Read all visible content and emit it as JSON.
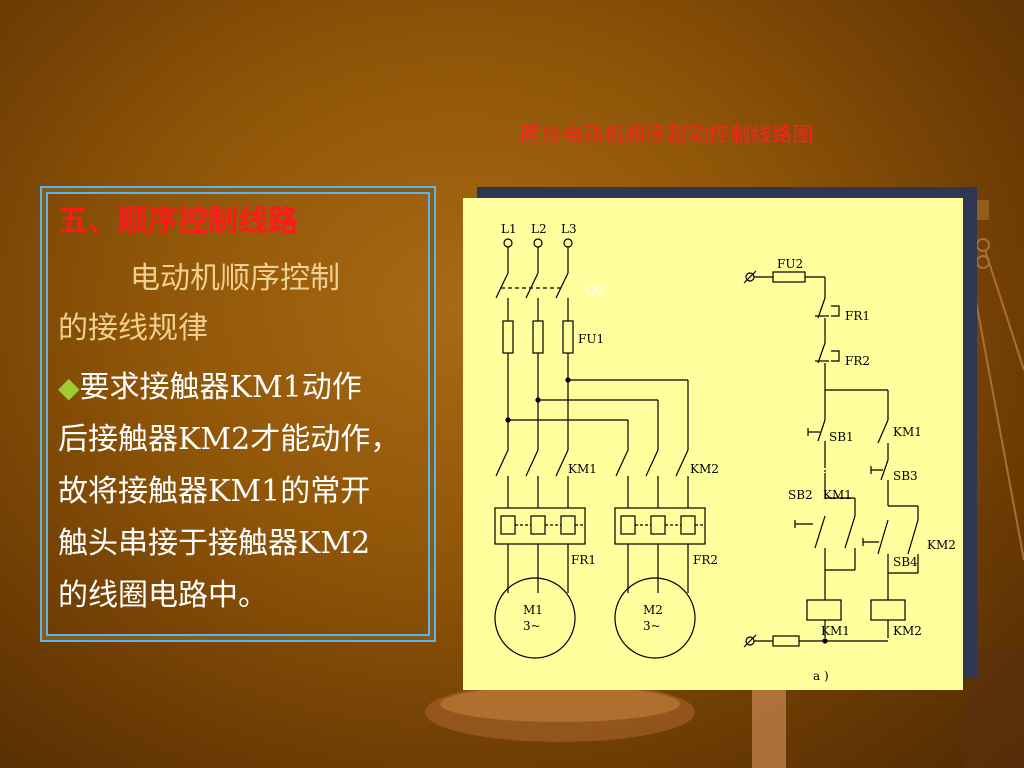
{
  "diagram_title": "两台电动机顺序起动控制线路图",
  "text_panel": {
    "heading": "五、顺序控制线路",
    "rule_line1": "电动机顺序控制",
    "rule_line2": "的接线规律",
    "bullet_symbol": "◆",
    "requirement_lines": [
      "要求接触器KM1动作",
      "后接触器KM2才能动作，",
      "故将接触器KM1的常开",
      "触头串接于接触器KM2",
      "的线圈电路中。"
    ]
  },
  "diagram": {
    "phase_labels": [
      "L1",
      "L2",
      "L3"
    ],
    "switch_label": "QS",
    "fuse_main_label": "FU1",
    "fuse_control_label": "FU2",
    "contactor1_label": "KM1",
    "contactor2_label": "KM2",
    "overload1_label": "FR1",
    "overload2_label": "FR2",
    "motor1_name": "M1",
    "motor1_phase": "3~",
    "motor2_name": "M2",
    "motor2_phase": "3~",
    "ctrl_fr1": "FR1",
    "ctrl_fr2": "FR2",
    "ctrl_sb1": "SB1",
    "ctrl_sb2": "SB2",
    "ctrl_km1_aux": "KM1",
    "ctrl_km1_aux2": "KM1",
    "ctrl_sb3": "SB3",
    "ctrl_sb4": "SB4",
    "ctrl_km2_aux": "KM2",
    "ctrl_coil1": "KM1",
    "ctrl_coil2": "KM2",
    "subfigure_label": "a )"
  },
  "colors": {
    "title_red": "#ff2020",
    "heading_red": "#ff1a1a",
    "panel_border": "#5ab4ee",
    "diagram_bg": "#ffff9e",
    "bullet_green": "#a0cc30"
  }
}
